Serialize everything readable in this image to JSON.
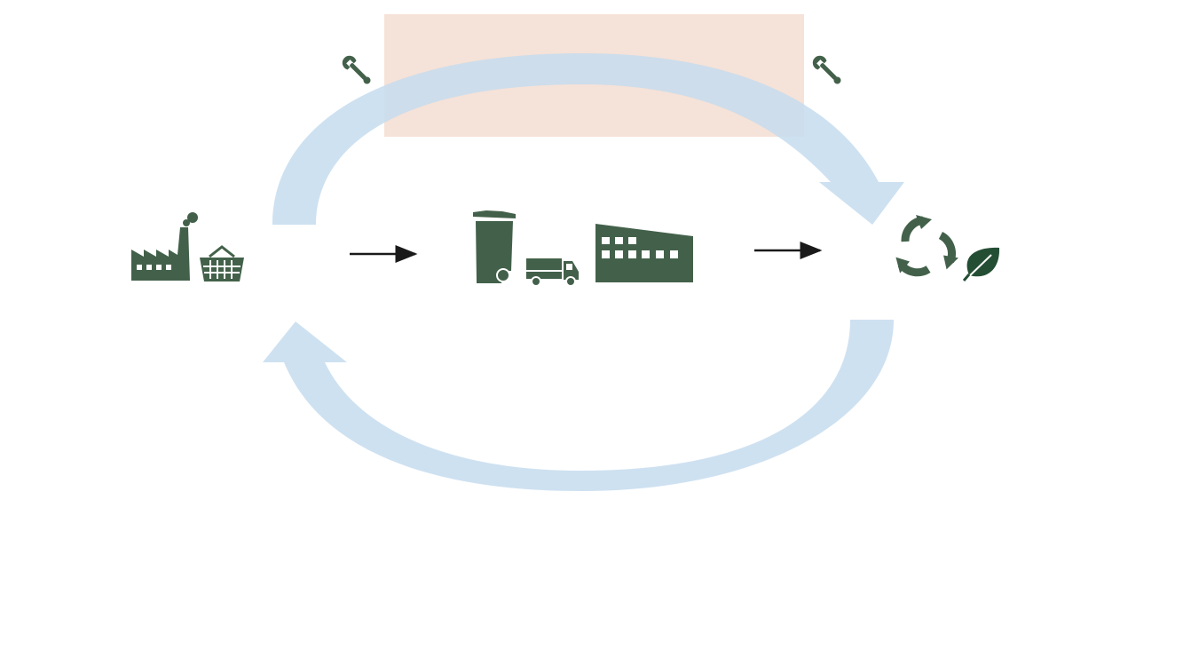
{
  "colors": {
    "icon": "#43614a",
    "icon_dark": "#244e34",
    "cycle_arrow": "#c6dcee",
    "highlight_box": "#f5e2d8",
    "flow_arrow": "#1a1a1a",
    "background": "#ffffff"
  },
  "diagram": {
    "stages": [
      {
        "name": "production-and-consumption",
        "icons": [
          "factory-icon",
          "shopping-basket-icon"
        ]
      },
      {
        "name": "collection-and-treatment",
        "icons": [
          "wheelie-bin-icon",
          "delivery-truck-icon",
          "processing-plant-icon"
        ]
      },
      {
        "name": "recycling",
        "icons": [
          "recycle-icon",
          "leaf-icon"
        ]
      }
    ],
    "flows": [
      {
        "from": "production-and-consumption",
        "to": "collection-and-treatment"
      },
      {
        "from": "collection-and-treatment",
        "to": "recycling"
      }
    ],
    "cycle_arrows": [
      {
        "from": "production-and-consumption",
        "to": "recycling",
        "path": "top"
      },
      {
        "from": "recycling",
        "to": "production-and-consumption",
        "path": "bottom"
      }
    ],
    "tools": [
      "wrench-icon",
      "wrench-icon"
    ]
  }
}
